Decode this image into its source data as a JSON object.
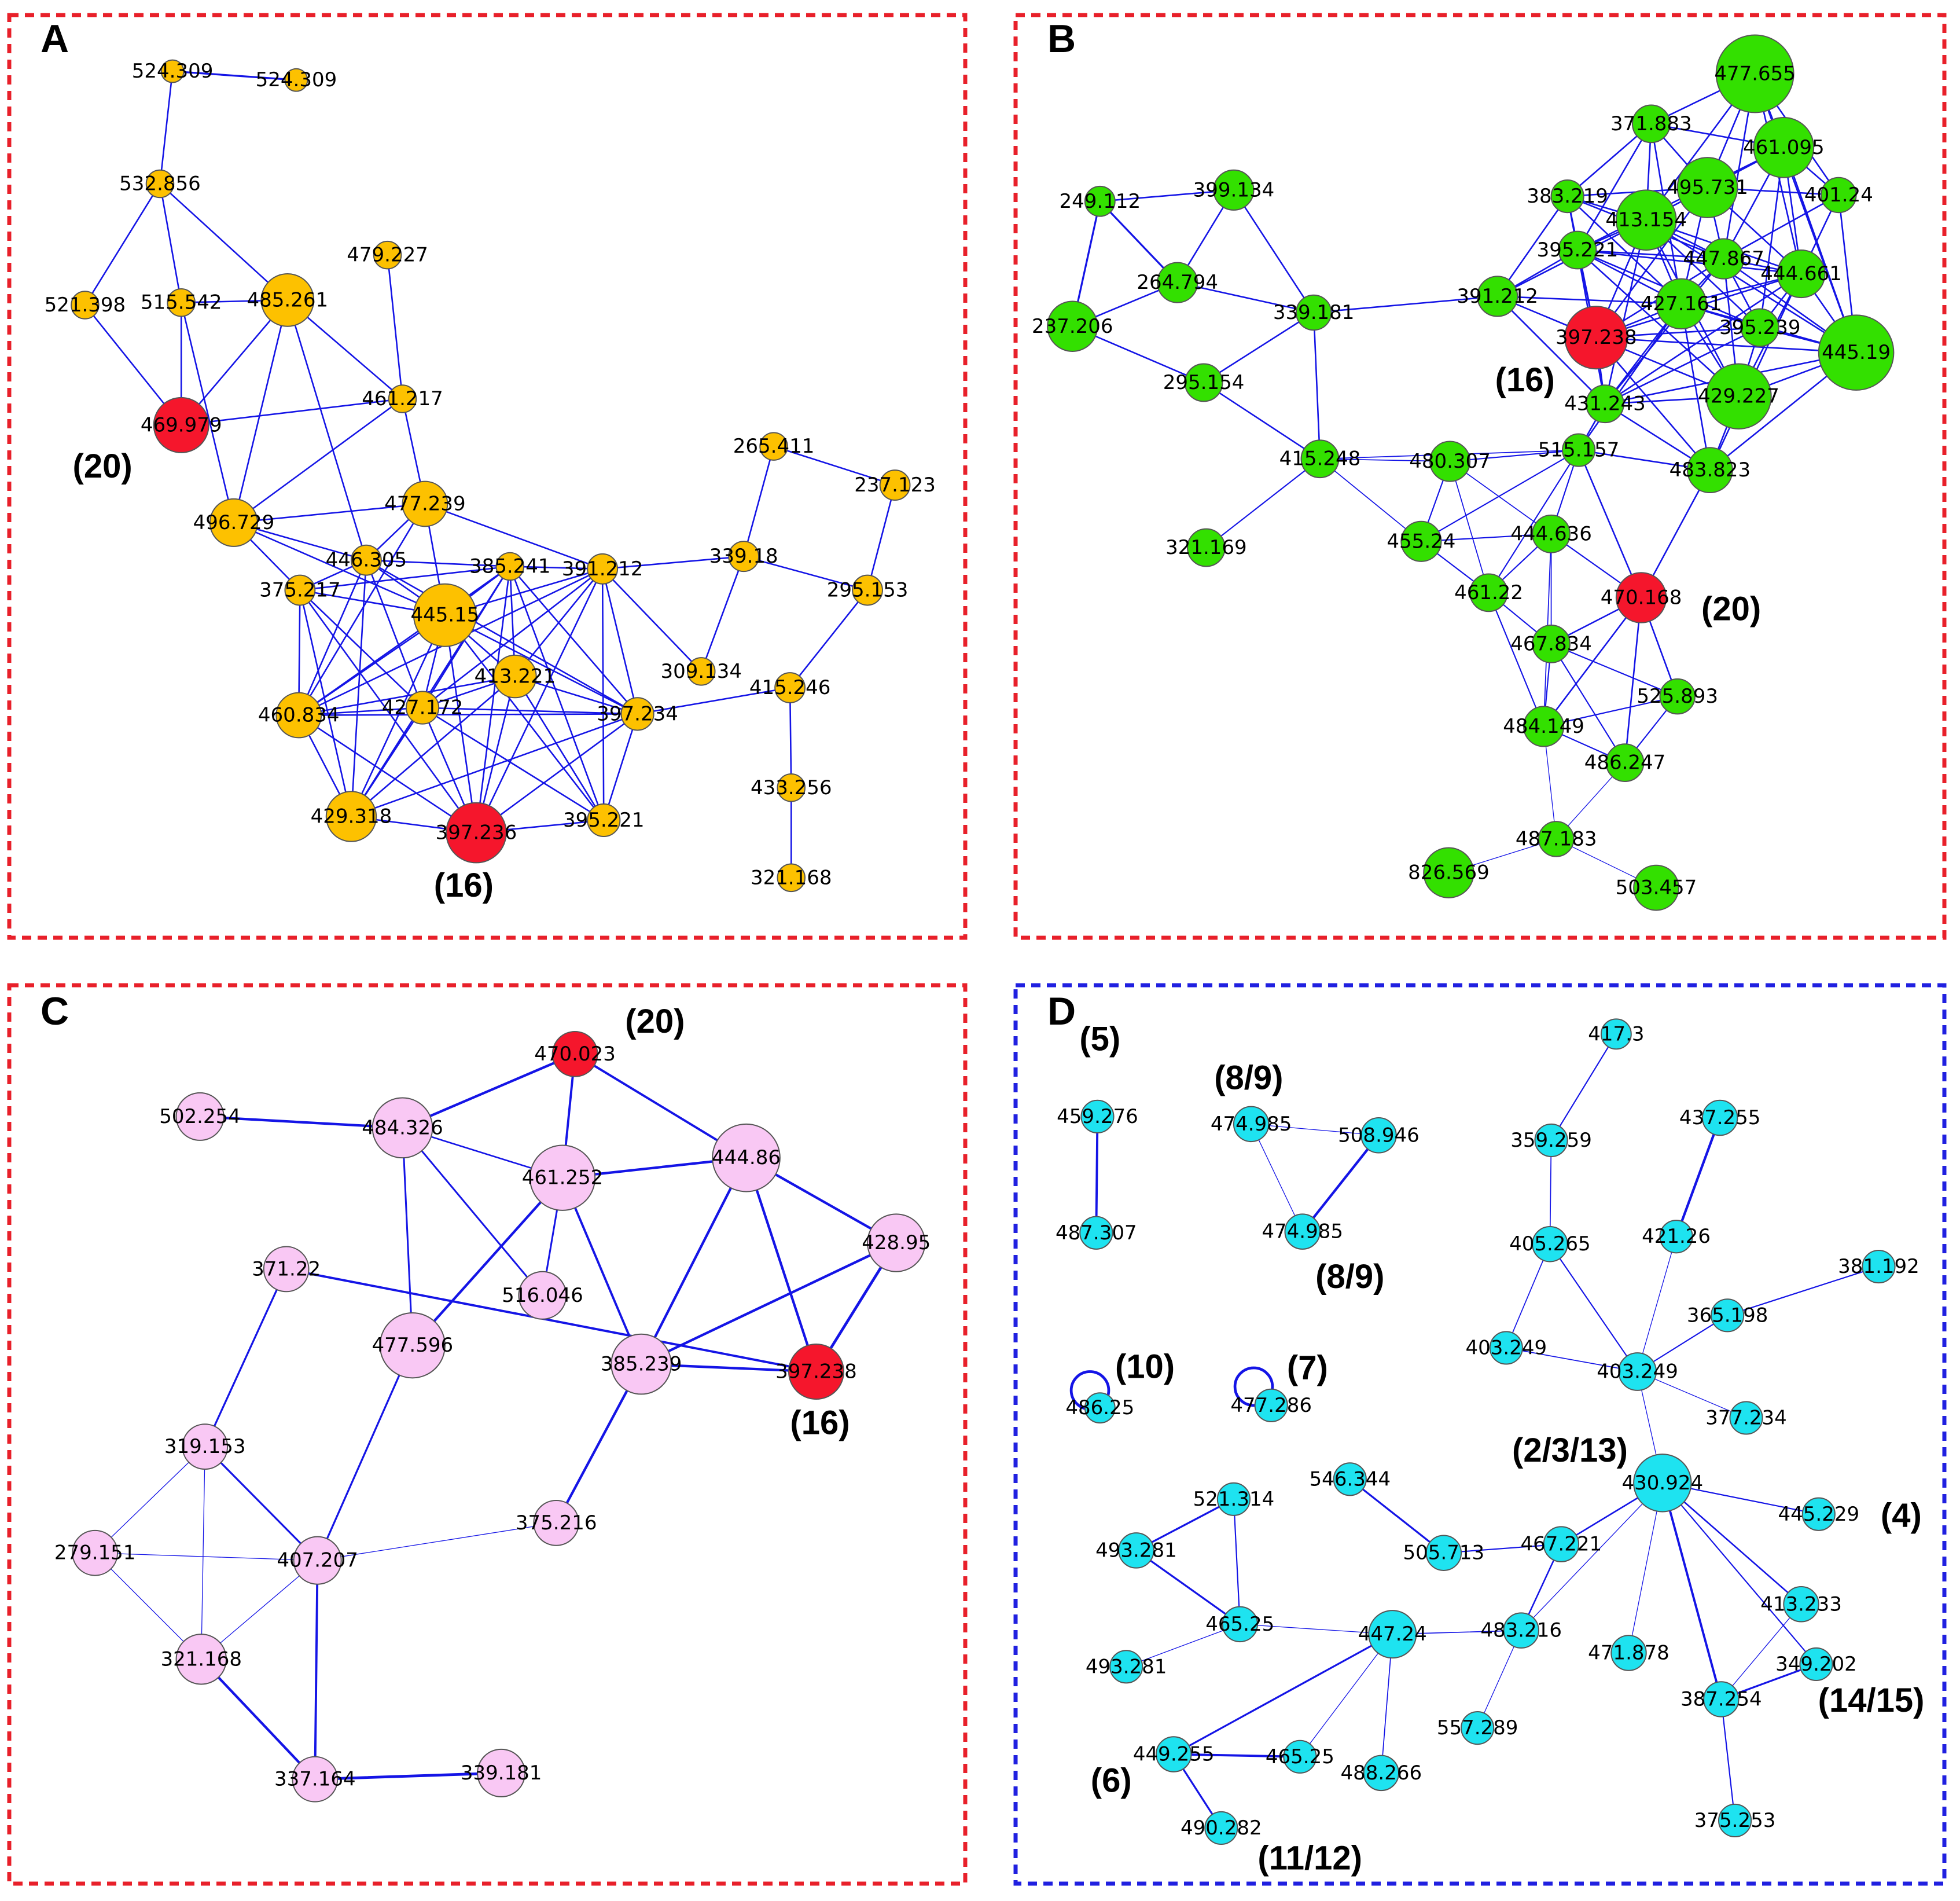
{
  "colors": {
    "edge": "#1414e6",
    "highlight": "#f5162c",
    "frame_red": "#e8202a",
    "frame_blue": "#2020e0"
  },
  "panels": [
    {
      "letter": "A",
      "frame_color": "#e8202a",
      "node_color": "#fdc100",
      "nodes": [
        {
          "label": "524.309"
        },
        {
          "label": "524.309"
        },
        {
          "label": "532.856"
        },
        {
          "label": "479.227"
        },
        {
          "label": "521.398"
        },
        {
          "label": "515.542"
        },
        {
          "label": "485.261"
        },
        {
          "label": "469.979",
          "highlight": true
        },
        {
          "label": "461.217"
        },
        {
          "label": "496.729"
        },
        {
          "label": "477.239"
        },
        {
          "label": "446.305"
        },
        {
          "label": "375.217"
        },
        {
          "label": "385.241"
        },
        {
          "label": "391.212"
        },
        {
          "label": "445.15"
        },
        {
          "label": "413.221"
        },
        {
          "label": "427.172"
        },
        {
          "label": "460.834"
        },
        {
          "label": "397.234"
        },
        {
          "label": "429.318"
        },
        {
          "label": "397.236",
          "highlight": true
        },
        {
          "label": "395.221"
        },
        {
          "label": "265.411"
        },
        {
          "label": "237.123"
        },
        {
          "label": "339.18"
        },
        {
          "label": "295.153"
        },
        {
          "label": "309.134"
        },
        {
          "label": "415.246"
        },
        {
          "label": "433.256"
        },
        {
          "label": "321.168"
        }
      ],
      "annotations": [
        "(20)",
        "(16)"
      ]
    },
    {
      "letter": "B",
      "frame_color": "#e8202a",
      "node_color": "#33e000",
      "nodes": [
        {
          "label": "249.112"
        },
        {
          "label": "399.134"
        },
        {
          "label": "264.794"
        },
        {
          "label": "237.206"
        },
        {
          "label": "339.181"
        },
        {
          "label": "295.154"
        },
        {
          "label": "391.212"
        },
        {
          "label": "415.248"
        },
        {
          "label": "321.169"
        },
        {
          "label": "477.655"
        },
        {
          "label": "371.883"
        },
        {
          "label": "461.095"
        },
        {
          "label": "383.219"
        },
        {
          "label": "495.731"
        },
        {
          "label": "401.24"
        },
        {
          "label": "413.154"
        },
        {
          "label": "395.221"
        },
        {
          "label": "447.867"
        },
        {
          "label": "444.661"
        },
        {
          "label": "427.161"
        },
        {
          "label": "397.238",
          "highlight": true
        },
        {
          "label": "395.239"
        },
        {
          "label": "445.19"
        },
        {
          "label": "431.243"
        },
        {
          "label": "429.227"
        },
        {
          "label": "480.307"
        },
        {
          "label": "515.157"
        },
        {
          "label": "483.823"
        },
        {
          "label": "455.24"
        },
        {
          "label": "444.636"
        },
        {
          "label": "461.22"
        },
        {
          "label": "470.168",
          "highlight": true
        },
        {
          "label": "467.834"
        },
        {
          "label": "525.893"
        },
        {
          "label": "484.149"
        },
        {
          "label": "486.247"
        },
        {
          "label": "487.183"
        },
        {
          "label": "826.569"
        },
        {
          "label": "503.457"
        }
      ],
      "annotations": [
        "(16)",
        "(20)"
      ]
    },
    {
      "letter": "C",
      "frame_color": "#e8202a",
      "node_color": "#f9c8f4",
      "nodes": [
        {
          "label": "470.023",
          "highlight": true
        },
        {
          "label": "502.254"
        },
        {
          "label": "484.326"
        },
        {
          "label": "461.252"
        },
        {
          "label": "444.86"
        },
        {
          "label": "428.95"
        },
        {
          "label": "371.22"
        },
        {
          "label": "516.046"
        },
        {
          "label": "477.596"
        },
        {
          "label": "385.239"
        },
        {
          "label": "397.238",
          "highlight": true
        },
        {
          "label": "319.153"
        },
        {
          "label": "279.151"
        },
        {
          "label": "407.207"
        },
        {
          "label": "375.216"
        },
        {
          "label": "321.168"
        },
        {
          "label": "337.164"
        },
        {
          "label": "339.181"
        }
      ],
      "annotations": [
        "(20)",
        "(16)"
      ]
    },
    {
      "letter": "D",
      "frame_color": "#2020e0",
      "node_color": "#1ee3f0",
      "nodes": [
        {
          "label": "459.276"
        },
        {
          "label": "487.307"
        },
        {
          "label": "474.985"
        },
        {
          "label": "508.946"
        },
        {
          "label": "474.985"
        },
        {
          "label": "486.25"
        },
        {
          "label": "477.286"
        },
        {
          "label": "417.3"
        },
        {
          "label": "359.259"
        },
        {
          "label": "437.255"
        },
        {
          "label": "405.265"
        },
        {
          "label": "421.26"
        },
        {
          "label": "381.192"
        },
        {
          "label": "365.198"
        },
        {
          "label": "403.249"
        },
        {
          "label": "403.249"
        },
        {
          "label": "377.234"
        },
        {
          "label": "430.924"
        },
        {
          "label": "546.344"
        },
        {
          "label": "521.314"
        },
        {
          "label": "445.229"
        },
        {
          "label": "505.713"
        },
        {
          "label": "467.221"
        },
        {
          "label": "493.281"
        },
        {
          "label": "465.25"
        },
        {
          "label": "447.24"
        },
        {
          "label": "483.216"
        },
        {
          "label": "413.233"
        },
        {
          "label": "493.281"
        },
        {
          "label": "471.878"
        },
        {
          "label": "349.202"
        },
        {
          "label": "387.254"
        },
        {
          "label": "557.289"
        },
        {
          "label": "449.255"
        },
        {
          "label": "465.25"
        },
        {
          "label": "488.266"
        },
        {
          "label": "490.282"
        },
        {
          "label": "375.253"
        }
      ],
      "annotations": [
        "(5)",
        "(8/9)",
        "(8/9)",
        "(10)",
        "(7)",
        "(2/3/13)",
        "(4)",
        "(14/15)",
        "(6)",
        "(11/12)"
      ]
    }
  ]
}
